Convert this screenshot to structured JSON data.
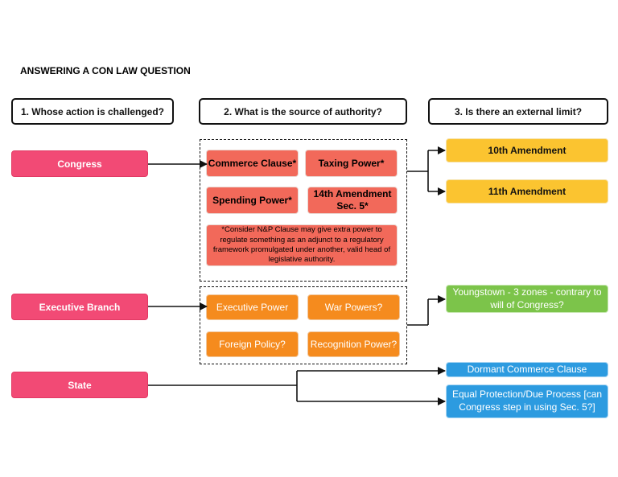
{
  "title": "ANSWERING A CON LAW QUESTION",
  "headers": {
    "col1": "1. Whose action is challenged?",
    "col2": "2. What is the source of authority?",
    "col3": "3. Is there an external limit?"
  },
  "actors": {
    "congress": "Congress",
    "executive": "Executive Branch",
    "state": "State"
  },
  "congress_powers": {
    "commerce": "Commerce Clause*",
    "taxing": "Taxing Power*",
    "spending": "Spending Power*",
    "amendment14": "14th Amendment Sec. 5*",
    "note": "*Consider N&P Clause may give extra power to regulate something as an adjunct to a regulatory framework promulgated under another, valid head of legislative authority."
  },
  "executive_powers": {
    "executive": "Executive Power",
    "war": "War Powers?",
    "foreign": "Foreign Policy?",
    "recognition": "Recognition Power?"
  },
  "limits": {
    "amendment10": "10th Amendment",
    "amendment11": "11th Amendment",
    "youngstown": "Youngstown - 3 zones - contrary to will of Congress?",
    "dormant": "Dormant Commerce Clause",
    "equal_protection": "Equal Protection/Due Process [can Congress step in using Sec. 5?]"
  }
}
